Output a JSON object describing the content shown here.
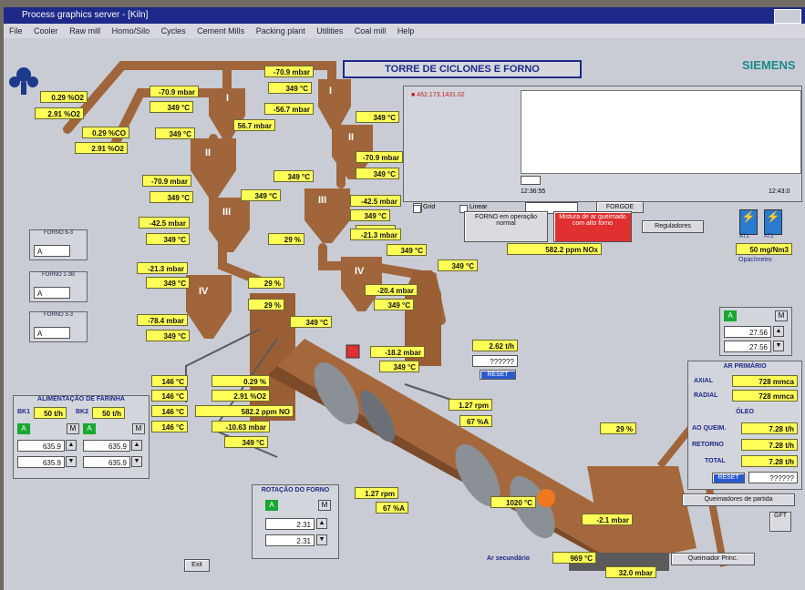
{
  "window": {
    "title": "Process graphics server - [Kiln]"
  },
  "menu": [
    "File",
    "Cooler",
    "Raw mill",
    "Homo/Silo",
    "Cycles",
    "Cement Mills",
    "Packing plant",
    "Utilities",
    "Coal mill",
    "Help"
  ],
  "header": {
    "title": "TORRE DE CICLONES E FORNO",
    "brand": "SIEMENS"
  },
  "colors": {
    "value_bg": "#ffff58",
    "duct": "#a0653a",
    "title_blue": "#1d2a8a",
    "alarm": "#e03030"
  },
  "cyclones": {
    "i": "I",
    "ii": "II",
    "iii": "III",
    "iv": "IV"
  },
  "values": {
    "a1": "0.29 %O2",
    "a2": "2.91 %O2",
    "a3": "0.29 %CO",
    "a4": "2.91 %O2",
    "b1": "-70.9 mbar",
    "b2": "349 °C",
    "b3": "349 °C",
    "c1": "-70.9 mbar",
    "c2": "349 °C",
    "c3": "-56.7 mbar",
    "c4": "56.7 mbar",
    "c5": "349 °C",
    "d1": "-70.9 mbar",
    "d2": "349 °C",
    "d3": "349 °C",
    "d4": "349 °C",
    "e1": "-70.9 mbar",
    "e2": "349 °C",
    "e3": "349 °C",
    "f1": "-42.5 mbar",
    "f2": "349 °C",
    "f3": "-42.5 mbar",
    "f4": "349 °C",
    "f5": "29 %",
    "g1": "-21.3 mbar",
    "g2": "349 °C",
    "g3": "-21.3 mbar",
    "g4": "349 °C",
    "g5": "349 °C",
    "h1": "29 %",
    "h2": "29 %",
    "h3": "-20.4 mbar",
    "h4": "349 °C",
    "h5": "349 °C",
    "i1": "-78.4 mbar",
    "i2": "349 °C",
    "j1": "2.62 t/h",
    "j2": "-18.2 mbar",
    "j3": "349 °C",
    "k1": "146 °C",
    "k2": "146 °C",
    "k3": "146 °C",
    "k4": "146 °C",
    "l1": "0.29 %",
    "l2": "2.91 %O2",
    "l3": "582.2 ppm NO",
    "l4": "-10.63 mbar",
    "l5": "349 °C",
    "m1": "1.27 rpm",
    "m2": "67 %A",
    "m3": "29 %",
    "n1": "1.27 rpm",
    "n2": "67 %A",
    "n3": "1020 °C",
    "n4": "-2.1 mbar",
    "o1": "969 °C",
    "o2": "32.0 mbar",
    "nox": "582.2 ppm NOx"
  },
  "trend": {
    "legend": "■ 462.173.1431.02",
    "time_start": "12:36:55",
    "time_end": "12:43:0",
    "grid_label": "Grid",
    "linear_label": "Linear",
    "freeze_label": "FORGOE"
  },
  "status": {
    "forno_button": "FORNO em operação normal",
    "alarm_button": "Mistura de ar queimado com alto forno",
    "regulators_button": "Reguladores"
  },
  "opacimeter": {
    "btn1": "AT1",
    "btn2": "AT2",
    "value": "50 mg/Nm3",
    "label": "Opacímetro"
  },
  "left_tags": [
    {
      "title": "FORNO 6-3",
      "value": "A"
    },
    {
      "title": "FORNO 1-3B",
      "value": "A"
    },
    {
      "title": "FORNO 3-3",
      "value": "A"
    }
  ],
  "feed_panel": {
    "title": "ALIMENTAÇÃO DE FARINHA",
    "label1": "BK1",
    "val1": "50 t/h",
    "label2": "BK2",
    "val2": "50 t/h",
    "a": "A",
    "m": "M",
    "rows": [
      [
        "635.9",
        "635.9"
      ],
      [
        "635.9",
        "635.9"
      ]
    ]
  },
  "right_am": {
    "a": "A",
    "m": "M",
    "v1": "27.56",
    "v2": "27.56"
  },
  "primary_air": {
    "title": "AR PRIMÁRIO",
    "axial_label": "AXIAL",
    "axial": "728 mmca",
    "radial_label": "RADIAL",
    "radial": "728 mmca"
  },
  "oil": {
    "title": "ÓLEO",
    "aq_label": "AO QUEIM.",
    "aq": "7.28 t/h",
    "ret_label": "RETORNO",
    "ret": "7.28 t/h",
    "tot_label": "TOTAL",
    "tot": "7.28 t/h",
    "reset": "RESET",
    "box": "??????"
  },
  "kiln_rotation": {
    "title": "ROTAÇÃO DO FORNO",
    "a": "A",
    "m": "M",
    "v1": "2.31",
    "v2": "2.31"
  },
  "misc": {
    "qbox": "??????",
    "reset_left": "RESET",
    "exit": "Exit",
    "burners": "Queimadores de partida",
    "main_burner": "Queimador Princ.",
    "ar_secundario": "Ar secundário",
    "gft": "GFT"
  }
}
